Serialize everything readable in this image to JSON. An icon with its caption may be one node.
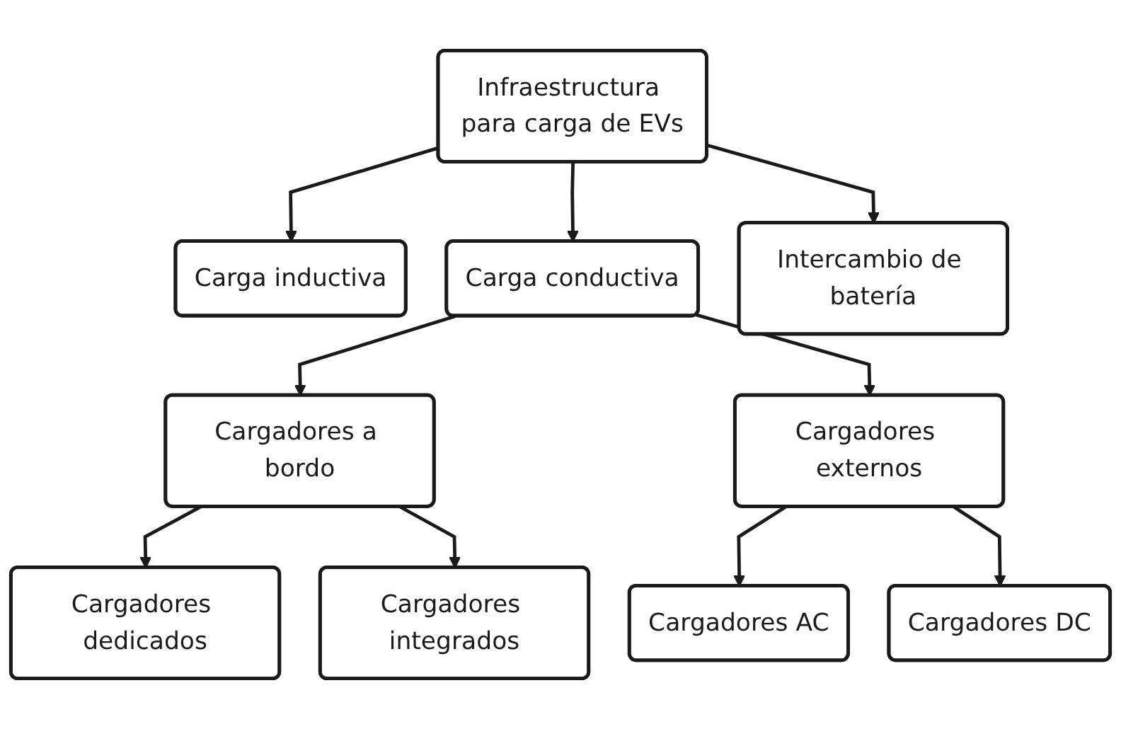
{
  "diagram": {
    "nodes": [
      {
        "text": [
          "Infraestructura para carga de EVs"
        ]
      },
      {
        "text": [
          "Carga inductiva"
        ]
      },
      {
        "text": [
          "Carga conductiva"
        ]
      },
      {
        "text": [
          "Intercambio de batería"
        ]
      },
      {
        "text": [
          "Cargadores a bordo"
        ]
      },
      {
        "text": [
          "Cargadores externos"
        ]
      },
      {
        "text": [
          "Cargadores dedicados"
        ]
      },
      {
        "text": [
          "Cargadores integrados"
        ]
      },
      {
        "text": [
          "Cargadores AC"
        ]
      },
      {
        "text": [
          "Cargadores DC"
        ]
      }
    ],
    "edges": [
      {
        "from": 0,
        "to": 1,
        "arrow": "to"
      },
      {
        "from": 0,
        "to": 2,
        "arrow": "to"
      },
      {
        "from": 0,
        "to": 3,
        "arrow": "to"
      },
      {
        "from": 2,
        "to": 4,
        "arrow": "to"
      },
      {
        "from": 2,
        "to": 5,
        "arrow": "to"
      },
      {
        "from": 4,
        "to": 6,
        "arrow": "to"
      },
      {
        "from": 4,
        "to": 7,
        "arrow": "to"
      },
      {
        "from": 5,
        "to": 8,
        "arrow": "to"
      },
      {
        "from": 5,
        "to": 9,
        "arrow": "to"
      }
    ]
  }
}
